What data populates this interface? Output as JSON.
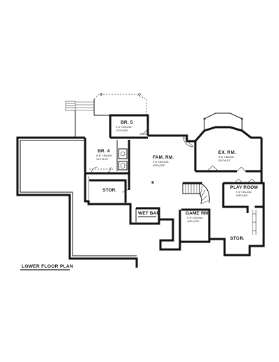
{
  "plan_title": "LOWER FLOOR PLAN",
  "rooms": {
    "br5": {
      "name": "BR. 5",
      "ceiling": "9'-6\" CEILING",
      "size": "13'0\"x10'8\""
    },
    "br4": {
      "name": "BR. 4",
      "ceiling": "9'-6\" CEILING",
      "size": "12'4\"x14'0\""
    },
    "fam_rm": {
      "name": "FAM. RM.",
      "ceiling": "9'-6\" CEILING",
      "size": "25'8\"x20'8\""
    },
    "ex_rm": {
      "name": "EX. RM.",
      "ceiling": "9'-6\" CEILING",
      "size": "29'8\"x15'4\""
    },
    "play_room": {
      "name": "PLAY ROOM",
      "ceiling": "9'-6\" CEILING",
      "size": "15'8\"x15'4\""
    },
    "stor_west": {
      "name": "STOR."
    },
    "wet_bar": {
      "name": "WET BAR"
    },
    "game_rm": {
      "name": "GAME RM.",
      "ceiling": "9'-6\" CEILING",
      "size": "14'8\"x12'8\""
    },
    "stor_east": {
      "name": "STOR."
    }
  }
}
